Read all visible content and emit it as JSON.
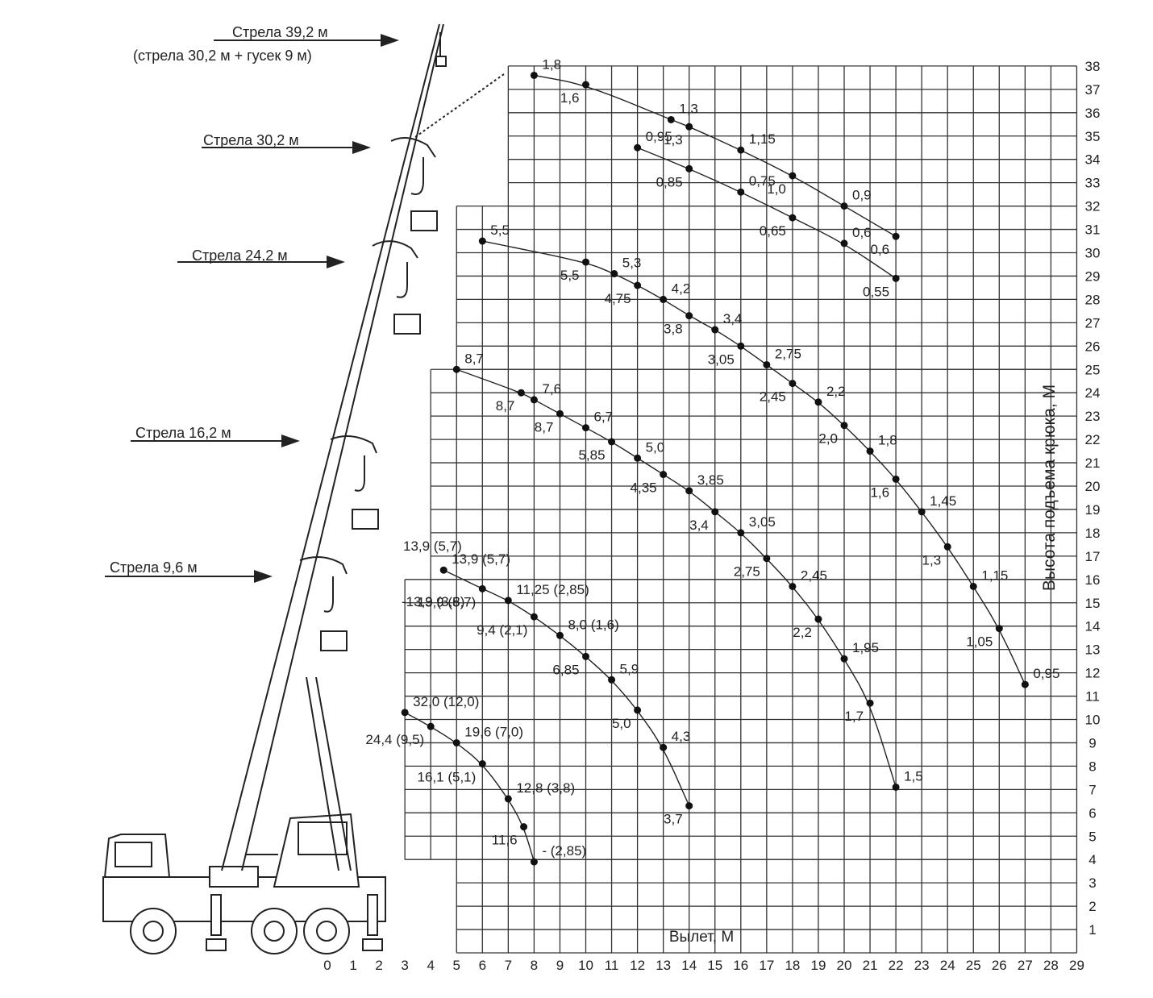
{
  "chart_data": {
    "type": "line",
    "xlabel": "Вылет, М",
    "ylabel": "Высота подъема крюка, М",
    "xlim": [
      0,
      29
    ],
    "ylim": [
      0,
      38
    ],
    "x_ticks": [
      "0",
      "1",
      "2",
      "3",
      "4",
      "5",
      "6",
      "7",
      "8",
      "9",
      "10",
      "11",
      "12",
      "13",
      "14",
      "15",
      "16",
      "17",
      "18",
      "19",
      "20",
      "21",
      "22",
      "23",
      "24",
      "25",
      "26",
      "27",
      "28",
      "29"
    ],
    "y_ticks": [
      "1",
      "2",
      "3",
      "4",
      "5",
      "6",
      "7",
      "8",
      "9",
      "10",
      "11",
      "12",
      "13",
      "14",
      "15",
      "16",
      "17",
      "18",
      "19",
      "20",
      "21",
      "22",
      "23",
      "24",
      "25",
      "26",
      "27",
      "28",
      "29",
      "30",
      "31",
      "32",
      "33",
      "34",
      "35",
      "36",
      "37",
      "38"
    ],
    "boom_labels": [
      {
        "text": "Стрела 39,2 м"
      },
      {
        "text": "(стрела 30,2 м + гусек 9 м)"
      },
      {
        "text": "Стрела 30,2 м"
      },
      {
        "text": "Стрела 24,2 м"
      },
      {
        "text": "Стрела 16,2 м"
      },
      {
        "text": "Стрела 9,6 м"
      }
    ],
    "series": [
      {
        "name": "Стрела 39,2 м",
        "points": [
          {
            "x": 8,
            "y": 37.6,
            "label": "1,8"
          },
          {
            "x": 10,
            "y": 37.2,
            "label": "1,6"
          },
          {
            "x": 13.3,
            "y": 35.7,
            "label": "1,3"
          },
          {
            "x": 14,
            "y": 35.4,
            "label": "1,3"
          },
          {
            "x": 16,
            "y": 34.4,
            "label": "1,15"
          },
          {
            "x": 18,
            "y": 33.3,
            "label": "1,0"
          },
          {
            "x": 20,
            "y": 32.0,
            "label": "0,9"
          },
          {
            "x": 22,
            "y": 30.7,
            "label": "0,6"
          }
        ]
      },
      {
        "name": "Стрела 30,2 м",
        "points": [
          {
            "x": 12,
            "y": 34.5,
            "label": "0,95"
          },
          {
            "x": 14,
            "y": 33.6,
            "label": "0,85"
          },
          {
            "x": 16,
            "y": 32.6,
            "label": "0,75"
          },
          {
            "x": 18,
            "y": 31.5,
            "label": "0,65"
          },
          {
            "x": 20,
            "y": 30.4,
            "label": "0,6"
          },
          {
            "x": 22,
            "y": 28.9,
            "label": "0,55"
          }
        ]
      },
      {
        "name": "Стрела 24,2 м",
        "points": [
          {
            "x": 6,
            "y": 30.5,
            "label": "5,5"
          },
          {
            "x": 10,
            "y": 29.6,
            "label": "5,5"
          },
          {
            "x": 11.1,
            "y": 29.1,
            "label": "5,3"
          },
          {
            "x": 12,
            "y": 28.6,
            "label": "4,75"
          },
          {
            "x": 13,
            "y": 28.0,
            "label": "4,2"
          },
          {
            "x": 14,
            "y": 27.3,
            "label": "3,8"
          },
          {
            "x": 15,
            "y": 26.7,
            "label": "3,4"
          },
          {
            "x": 16,
            "y": 26.0,
            "label": "3,05"
          },
          {
            "x": 17,
            "y": 25.2,
            "label": "2,75"
          },
          {
            "x": 18,
            "y": 24.4,
            "label": "2,45"
          },
          {
            "x": 19,
            "y": 23.6,
            "label": "2,2"
          },
          {
            "x": 20,
            "y": 22.6,
            "label": "2,0"
          },
          {
            "x": 21,
            "y": 21.5,
            "label": "1,8"
          },
          {
            "x": 22,
            "y": 20.3,
            "label": "1,6"
          },
          {
            "x": 23,
            "y": 18.9,
            "label": "1,45"
          },
          {
            "x": 24,
            "y": 17.4,
            "label": "1,3"
          },
          {
            "x": 25,
            "y": 15.7,
            "label": "1,15"
          },
          {
            "x": 26,
            "y": 13.9,
            "label": "1,05"
          },
          {
            "x": 27,
            "y": 11.5,
            "label": "0,95"
          }
        ]
      },
      {
        "name": "Стрела 16,2 м",
        "points": [
          {
            "x": 5,
            "y": 25.0,
            "label": "8,7"
          },
          {
            "x": 7.5,
            "y": 24.0,
            "label": "8,7"
          },
          {
            "x": 8,
            "y": 23.7,
            "label": "7,6"
          },
          {
            "x": 9,
            "y": 23.1,
            "label": "8,7"
          },
          {
            "x": 10,
            "y": 22.5,
            "label": "6,7"
          },
          {
            "x": 11,
            "y": 21.9,
            "label": "5,85"
          },
          {
            "x": 12,
            "y": 21.2,
            "label": "5,0"
          },
          {
            "x": 13,
            "y": 20.5,
            "label": "4,35"
          },
          {
            "x": 14,
            "y": 19.8,
            "label": "3,85"
          },
          {
            "x": 15,
            "y": 18.9,
            "label": "3,4"
          },
          {
            "x": 16,
            "y": 18.0,
            "label": "3,05"
          },
          {
            "x": 17,
            "y": 16.9,
            "label": "2,75"
          },
          {
            "x": 18,
            "y": 15.7,
            "label": "2,45"
          },
          {
            "x": 19,
            "y": 14.3,
            "label": "2,2"
          },
          {
            "x": 20,
            "y": 12.6,
            "label": "1,95"
          },
          {
            "x": 21,
            "y": 10.7,
            "label": "1,7"
          },
          {
            "x": 22,
            "y": 7.1,
            "label": "1,5"
          }
        ]
      },
      {
        "name": "Стрела 9,6 м",
        "points": [
          {
            "x": 4.5,
            "y": 16.4,
            "label": "13,9 (5,7)"
          },
          {
            "x": 6,
            "y": 15.6,
            "label": "13,9 (5,7)"
          },
          {
            "x": 7,
            "y": 15.1,
            "label": "11,25 (2,85)"
          },
          {
            "x": 8,
            "y": 14.4,
            "label": "9,4 (2,1)"
          },
          {
            "x": 9,
            "y": 13.6,
            "label": "8,0 (1,6)"
          },
          {
            "x": 10,
            "y": 12.7,
            "label": "6,85"
          },
          {
            "x": 11,
            "y": 11.7,
            "label": "5,9"
          },
          {
            "x": 12,
            "y": 10.4,
            "label": "5,0"
          },
          {
            "x": 13,
            "y": 8.8,
            "label": "4,3"
          },
          {
            "x": 14,
            "y": 6.3,
            "label": "3,7"
          }
        ]
      },
      {
        "name": "",
        "points": [
          {
            "x": 3,
            "y": 10.3,
            "label": "32,0 (12,0)"
          },
          {
            "x": 4,
            "y": 9.7,
            "label": "24,4 (9,5)"
          },
          {
            "x": 5,
            "y": 9.0,
            "label": "19,6 (7,0)"
          },
          {
            "x": 6,
            "y": 8.1,
            "label": "16,1 (5,1)"
          },
          {
            "x": 7,
            "y": 6.6,
            "label": "12,8 (3,8)"
          },
          {
            "x": 7.6,
            "y": 5.4,
            "label": "11,6"
          },
          {
            "x": 8,
            "y": 3.9,
            "label": "- (2,85)"
          }
        ]
      }
    ],
    "extra_labels": [
      {
        "text": "13,9 (5,7)"
      },
      {
        "text": "-13,9 (3,8)"
      }
    ]
  }
}
